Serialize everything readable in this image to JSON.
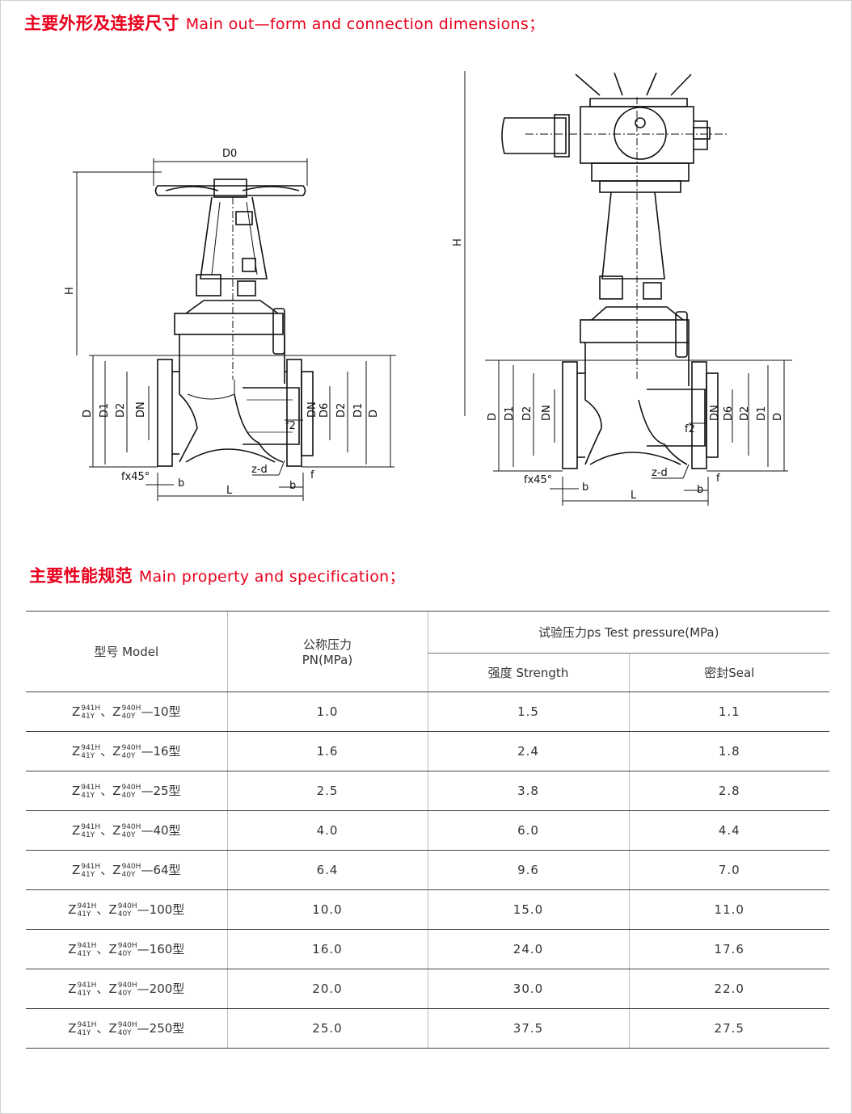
{
  "section1_title": {
    "zh": "主要外形及连接尺寸",
    "en": "Main out—form and connection dimensions；"
  },
  "section2_title": {
    "zh": "主要性能规范",
    "en": "Main property and specification；"
  },
  "drawing_labels": {
    "D0": "D0",
    "H": "H",
    "D": "D",
    "D1": "D1",
    "D2": "D2",
    "DN": "DN",
    "D6": "D6",
    "f2": "f2",
    "z_d": "z-d",
    "f": "f",
    "b": "b",
    "L": "L",
    "fx45": "fx45°"
  },
  "table": {
    "headers": {
      "model": "型号 Model",
      "pn_line1": "公称压力",
      "pn_line2": "PN(MPa)",
      "test": "试验压力ps Test pressure(MPa)",
      "strength": "强度 Strength",
      "seal": "密封Seal"
    },
    "model_parts": {
      "prefix": "Z",
      "sup1": "941H",
      "sub1": "41Y",
      "sep": "、",
      "sup2": "940H",
      "sub2": "40Y"
    },
    "rows": [
      {
        "suffix": "—10型",
        "pn": "1.0",
        "strength": "1.5",
        "seal": "1.1"
      },
      {
        "suffix": "—16型",
        "pn": "1.6",
        "strength": "2.4",
        "seal": "1.8"
      },
      {
        "suffix": "—25型",
        "pn": "2.5",
        "strength": "3.8",
        "seal": "2.8"
      },
      {
        "suffix": "—40型",
        "pn": "4.0",
        "strength": "6.0",
        "seal": "4.4"
      },
      {
        "suffix": "—64型",
        "pn": "6.4",
        "strength": "9.6",
        "seal": "7.0"
      },
      {
        "suffix": "—100型",
        "pn": "10.0",
        "strength": "15.0",
        "seal": "11.0"
      },
      {
        "suffix": "—160型",
        "pn": "16.0",
        "strength": "24.0",
        "seal": "17.6"
      },
      {
        "suffix": "—200型",
        "pn": "20.0",
        "strength": "30.0",
        "seal": "22.0"
      },
      {
        "suffix": "—250型",
        "pn": "25.0",
        "strength": "37.5",
        "seal": "27.5"
      }
    ]
  }
}
